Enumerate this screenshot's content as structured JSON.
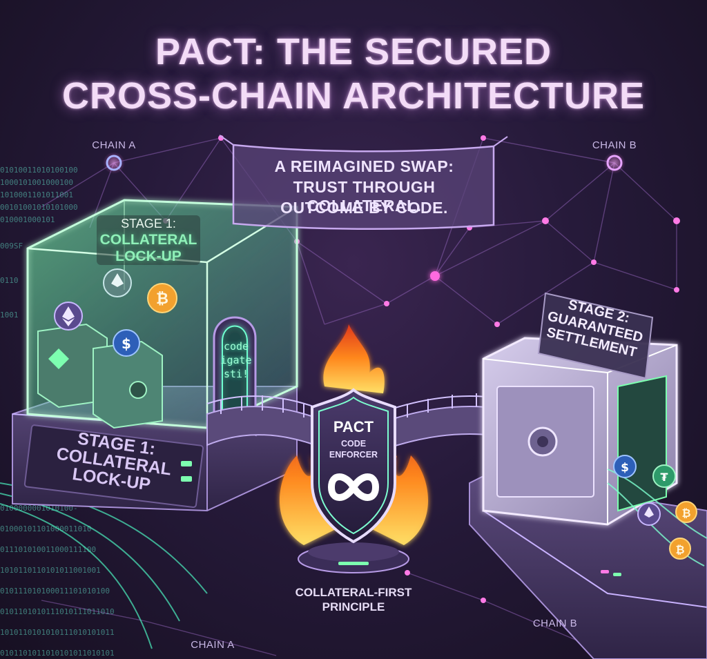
{
  "title": {
    "line1": "PACT: THE SECURED",
    "line2": "CROSS-CHAIN ARCHITECTURE"
  },
  "chains": {
    "top_left": "CHAIN A",
    "top_right": "CHAIN B",
    "bottom_left": "CHAIN A",
    "bottom_right": "CHAIN B"
  },
  "banner": {
    "line1": "A REIMAGINED SWAP:",
    "line2": "TRUST THROUGH COLLATERAL.",
    "line3": "OUTCOME BY CODE."
  },
  "stage1": {
    "top_label": "STAGE 1:",
    "top_line2": "COLLATERAL",
    "top_line3": "LOCK-UP",
    "base_line1": "STAGE 1:",
    "base_line2": "COLLATERAL",
    "base_line3": "LOCK-UP"
  },
  "gate": {
    "line1": "code",
    "line2": "igate",
    "line3": "sti!"
  },
  "enforcer": {
    "name": "PACT",
    "line1": "CODE",
    "line2": "ENFORCER",
    "principle_line1": "COLLATERAL-FIRST",
    "principle_line2": "PRINCIPLE"
  },
  "stage2": {
    "line1": "STAGE 2:",
    "line2": "GUARANTEED",
    "line3": "SETTLEMENT"
  },
  "icons": {
    "coins": [
      "ethereum-icon",
      "bitcoin-icon",
      "usdc-icon",
      "tether-icon"
    ],
    "logo": "infinity-logo-icon"
  },
  "colors": {
    "accent_green": "#7dffb0",
    "accent_purple": "#c98cff",
    "flame": "#ff8a1f",
    "background": "#241835"
  }
}
